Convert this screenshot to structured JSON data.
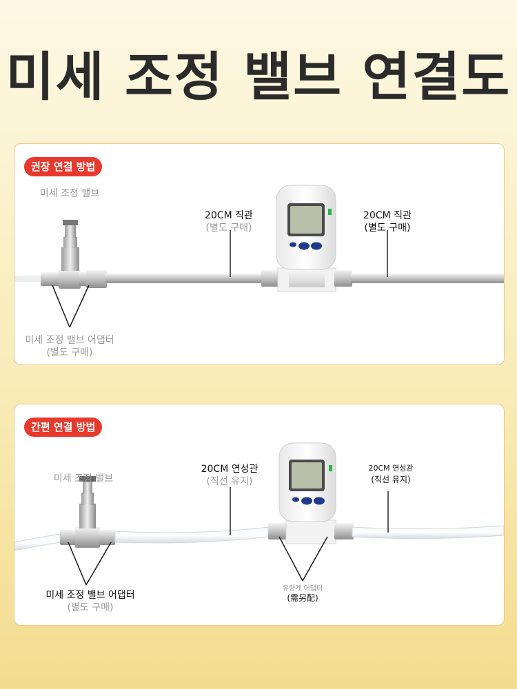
{
  "title": "미세 조정 밸브 연결도",
  "panel1": {
    "badge": "권장 연결 방법",
    "valve_label": "미세 조정 밸브",
    "pipe_left_label": "20CM 직관",
    "pipe_left_sub": "(별도 구매)",
    "pipe_right_label": "20CM 직관",
    "pipe_right_sub": "(별도 구매)",
    "adapter_label": "미세 조정 밸브 어댑터",
    "adapter_sub": "(별도 구매)"
  },
  "panel2": {
    "badge": "간편 연결 방법",
    "valve_label": "미세 조정 밸브",
    "hose_left_label": "20CM 연성관",
    "hose_left_sub": "(직선 유지)",
    "hose_right_label": "20CM 연성관",
    "hose_right_sub": "(직선 유지)",
    "adapter_label": "미세 조정 밸브 어댑터",
    "adapter_sub": "(별도 구매)",
    "meter_adapter_label": "유량계 어댑터",
    "meter_adapter_sub": "(需另配)"
  },
  "colors": {
    "badge": "#e8392d",
    "panel_border": "#f2c48a",
    "meter_led": "#2bb34a",
    "meter_buttons": "#1f3a8a"
  }
}
